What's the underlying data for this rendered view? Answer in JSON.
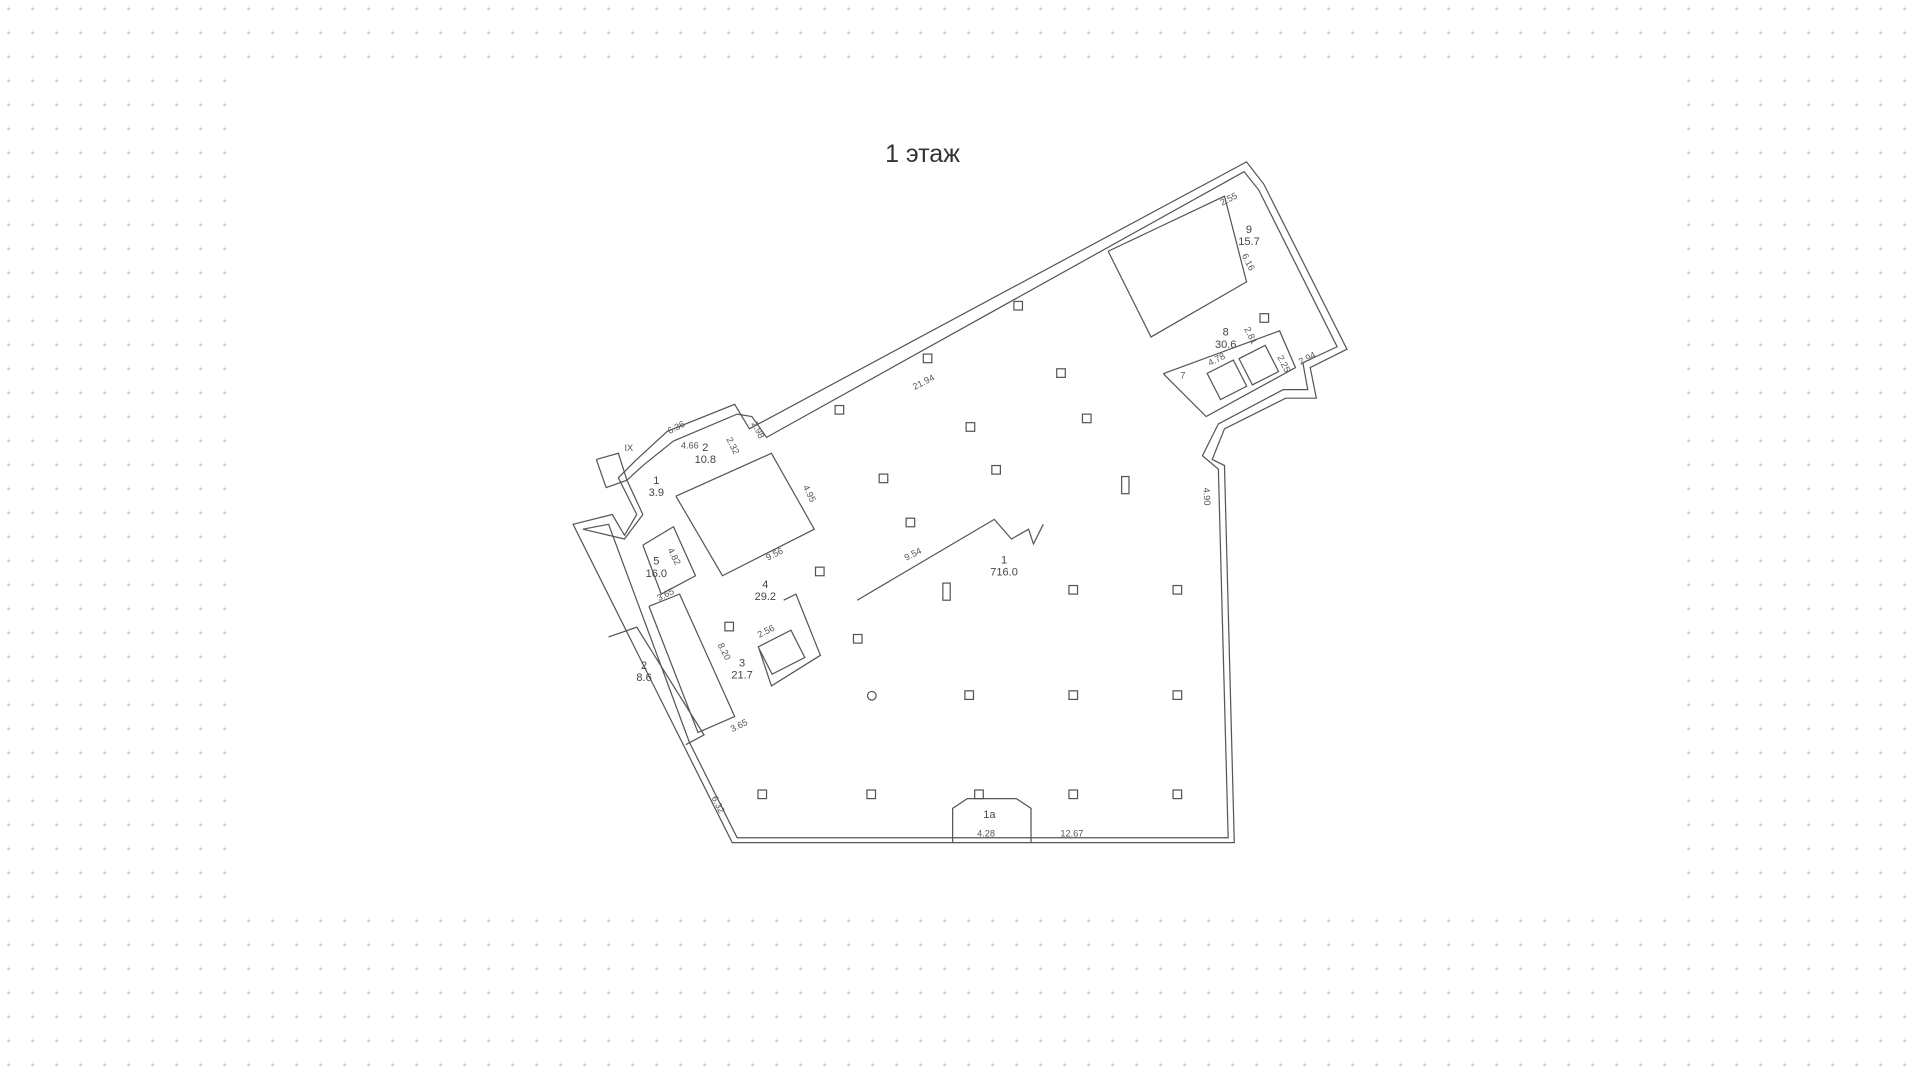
{
  "floor_title": "1 этаж",
  "rooms": [
    {
      "number": "1",
      "area": "716.0"
    },
    {
      "number": "4",
      "area": "29.2"
    },
    {
      "number": "3",
      "area": "21.7"
    },
    {
      "number": "2",
      "area": "8.6"
    },
    {
      "number": "5",
      "area": "16.0"
    },
    {
      "number": "1",
      "area": "3.9"
    },
    {
      "number": "2",
      "area": "10.8"
    },
    {
      "number": "9",
      "area": "15.7"
    },
    {
      "number": "8",
      "area": "30.6"
    },
    {
      "number": "1a",
      "area": ""
    }
  ],
  "dimensions": [
    "21.94",
    "6.36",
    "4.66",
    "2.32",
    "2.98",
    "4.95",
    "9.56",
    "9.54",
    "4.82",
    "3.65",
    "8.20",
    "2.56",
    "3.65",
    "6.32",
    "4.28",
    "12.67",
    "2.55",
    "6.16",
    "2.81",
    "4.78",
    "2.94",
    "2.25",
    "4.90",
    "7"
  ],
  "stair_label": "IX",
  "colors": {
    "background": "#ffffff",
    "grid_dots": "#c8c8c8",
    "lines": "#555555"
  }
}
